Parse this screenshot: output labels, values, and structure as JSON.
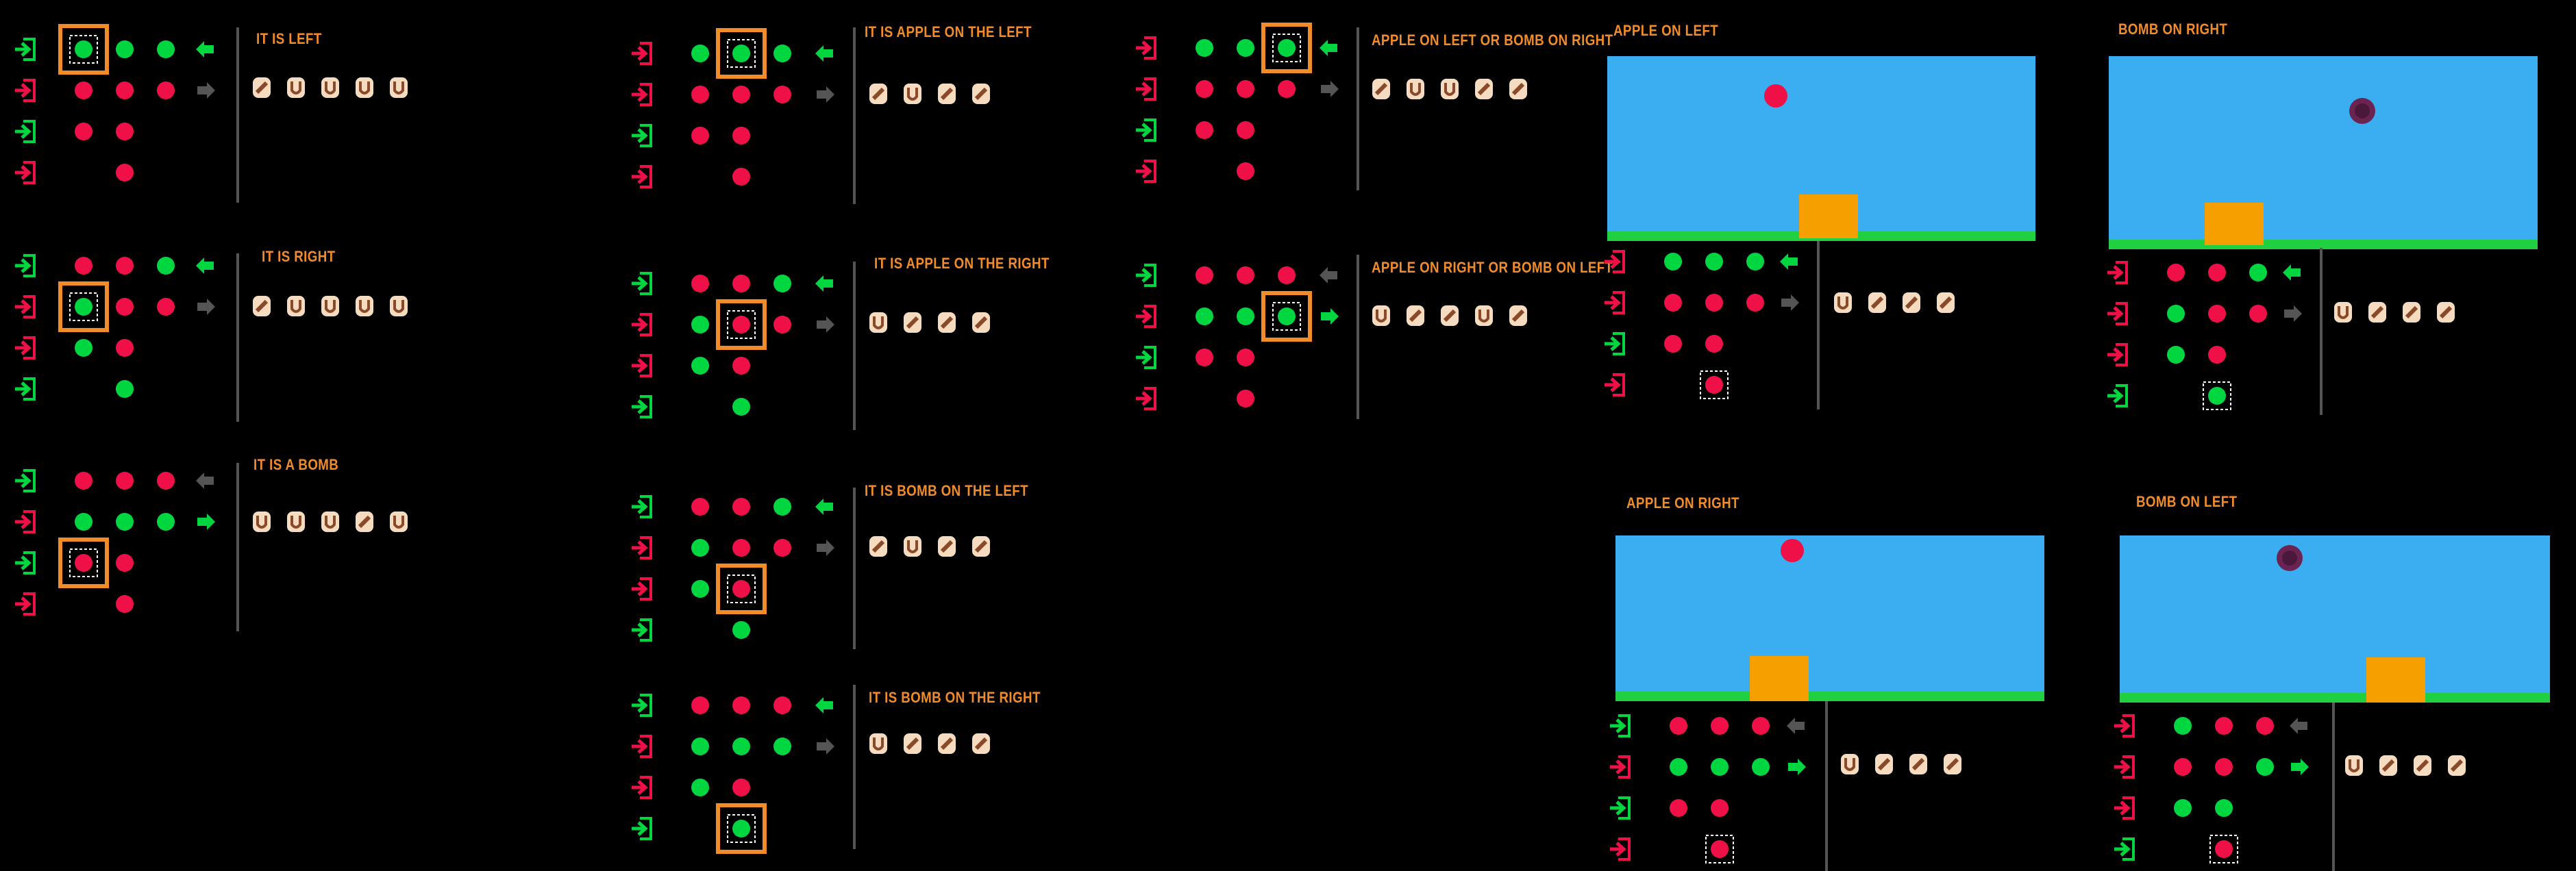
{
  "colors": {
    "background": "#000000",
    "title": "#f28c28",
    "green": "#00d640",
    "red": "#ee1046",
    "gray": "#555555",
    "highlight": "#f28c28",
    "sky": "#3aaef0",
    "ground": "#20d040",
    "player": "#f5a000",
    "apple": "#ee1046",
    "bomb": "#6b2452"
  },
  "panels": [
    {
      "title": "IT IS LEFT",
      "rows": [
        [
          "G",
          "Gh",
          "G",
          "G"
        ],
        [
          "R",
          "R",
          "R",
          "R"
        ],
        [
          "Gi",
          "R",
          "R"
        ],
        [
          "R",
          null,
          "R"
        ]
      ],
      "arrows": [
        "green-left",
        "gray-right"
      ],
      "tokens": [
        "x",
        "u",
        "u",
        "u",
        "u"
      ]
    },
    {
      "title": "IT IS RIGHT",
      "rows": [
        [
          "Gi",
          "R",
          "R",
          "G"
        ],
        [
          "R",
          "Gh",
          "R",
          "R"
        ],
        [
          "R",
          "G",
          "R"
        ],
        [
          "Gi",
          null,
          "G"
        ]
      ],
      "arrows": [
        "green-left",
        "gray-right"
      ],
      "tokens": [
        "x",
        "u",
        "u",
        "u",
        "u"
      ]
    },
    {
      "title": "IT IS A BOMB",
      "rows": [
        [
          "Gi",
          "R",
          "R",
          "R"
        ],
        [
          "R",
          "G",
          "G",
          "G"
        ],
        [
          "Gi",
          "Rh",
          "R"
        ],
        [
          "R",
          null,
          "R"
        ]
      ],
      "arrows": [
        "gray-left",
        "green-right"
      ],
      "tokens": [
        "u",
        "u",
        "u",
        "x",
        "u"
      ]
    },
    {
      "title": "IT IS APPLE ON THE LEFT",
      "rows": [
        [
          "R",
          "G",
          "Gh",
          "G"
        ],
        [
          "R",
          "R",
          "R",
          "R"
        ],
        [
          "Gi",
          "R",
          "R"
        ],
        [
          "R",
          null,
          "R"
        ]
      ],
      "arrows": [
        "green-left",
        "gray-right"
      ],
      "tokens": [
        "x",
        "u",
        "x",
        "x"
      ]
    },
    {
      "title": "IT IS APPLE ON THE RIGHT",
      "rows": [
        [
          "Gi",
          "R",
          "R",
          "G"
        ],
        [
          "R",
          "G",
          "Rh",
          "R"
        ],
        [
          "R",
          "G",
          "R"
        ],
        [
          "Gi",
          null,
          "G"
        ]
      ],
      "arrows": [
        "green-left",
        "gray-right"
      ],
      "tokens": [
        "u",
        "x",
        "x",
        "x"
      ]
    },
    {
      "title": "IT IS BOMB ON THE LEFT",
      "rows": [
        [
          "Gi",
          "R",
          "R",
          "G"
        ],
        [
          "R",
          "G",
          "R",
          "R"
        ],
        [
          "R",
          "G",
          "Rh"
        ],
        [
          "Gi",
          null,
          "G"
        ]
      ],
      "arrows": [
        "green-left",
        "gray-right"
      ],
      "tokens": [
        "x",
        "u",
        "x",
        "x"
      ]
    },
    {
      "title": "IT IS BOMB ON THE RIGHT",
      "rows": [
        [
          "Gi",
          "R",
          "R",
          "R"
        ],
        [
          "R",
          "G",
          "G",
          "G"
        ],
        [
          "R",
          "G",
          "R"
        ],
        [
          "Gi",
          null,
          "Gh"
        ]
      ],
      "arrows": [
        "green-left",
        "gray-right"
      ],
      "tokens": [
        "u",
        "x",
        "x",
        "x"
      ]
    },
    {
      "title": "APPLE ON LEFT OR BOMB ON RIGHT",
      "rows": [
        [
          "R",
          "G",
          "G",
          "Gh"
        ],
        [
          "R",
          "R",
          "R",
          "R"
        ],
        [
          "Gi",
          "R",
          "R"
        ],
        [
          "R",
          null,
          "R"
        ]
      ],
      "arrows": [
        "green-left",
        "gray-right"
      ],
      "tokens": [
        "x",
        "u",
        "u",
        "x",
        "x"
      ]
    },
    {
      "title": "APPLE ON RIGHT OR BOMB ON LEFT",
      "rows": [
        [
          "Gi",
          "R",
          "R",
          "R"
        ],
        [
          "R",
          "G",
          "G",
          "Gh"
        ],
        [
          "Gi",
          "R",
          "R"
        ],
        [
          "R",
          null,
          "R"
        ]
      ],
      "arrows": [
        "gray-left",
        "green-right"
      ],
      "tokens": [
        "u",
        "x",
        "x",
        "u",
        "x"
      ]
    },
    {
      "title": "APPLE ON LEFT",
      "game": {
        "object": "apple"
      },
      "rows": [
        [
          "R",
          "G",
          "G",
          "G"
        ],
        [
          "R",
          "R",
          "R",
          "R"
        ],
        [
          "Gi",
          "R",
          "R"
        ],
        [
          "R",
          null,
          "Rd"
        ]
      ],
      "arrows": [
        "green-left",
        "gray-right"
      ],
      "tokens": [
        "u",
        "x",
        "x",
        "x"
      ]
    },
    {
      "title": "BOMB ON RIGHT",
      "game": {
        "object": "bomb"
      },
      "rows": [
        [
          "R",
          "R",
          "R",
          "G"
        ],
        [
          "R",
          "G",
          "R",
          "R"
        ],
        [
          "R",
          "G",
          "R"
        ],
        [
          "Gi",
          null,
          "Gd"
        ]
      ],
      "arrows": [
        "green-left",
        "gray-right"
      ],
      "tokens": [
        "u",
        "x",
        "x",
        "x"
      ]
    },
    {
      "title": "APPLE ON RIGHT",
      "game": {
        "object": "apple"
      },
      "rows": [
        [
          "Gi",
          "R",
          "R",
          "R"
        ],
        [
          "R",
          "G",
          "G",
          "G"
        ],
        [
          "Gi",
          "R",
          "R"
        ],
        [
          "R",
          null,
          "Rd"
        ]
      ],
      "arrows": [
        "gray-left",
        "green-right"
      ],
      "tokens": [
        "u",
        "x",
        "x",
        "x"
      ]
    },
    {
      "title": "BOMB ON LEFT",
      "game": {
        "object": "bomb"
      },
      "rows": [
        [
          "R",
          "G",
          "R",
          "R"
        ],
        [
          "R",
          "R",
          "R",
          "G"
        ],
        [
          "R",
          "G",
          "G"
        ],
        [
          "Gi",
          null,
          "Rd"
        ]
      ],
      "arrows": [
        "gray-left",
        "green-right"
      ],
      "tokens": [
        "u",
        "x",
        "x",
        "x"
      ]
    }
  ]
}
